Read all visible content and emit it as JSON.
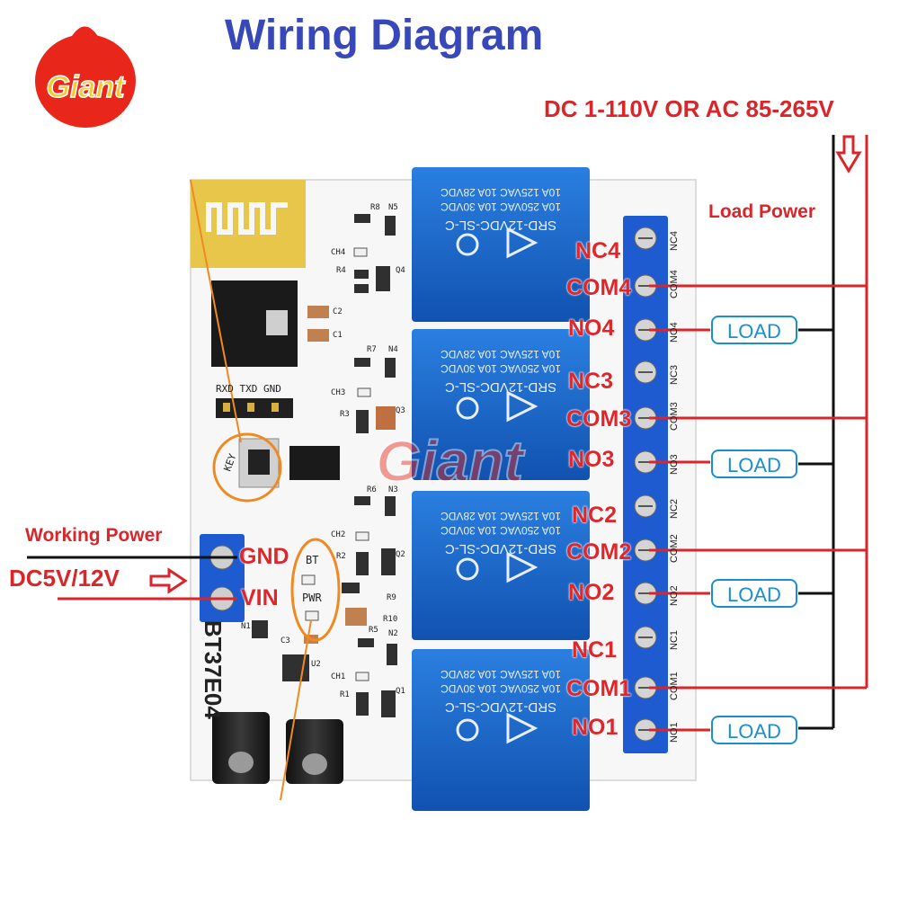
{
  "title": "Wiring Diagram",
  "logo": {
    "text": "Giant"
  },
  "watermark": {
    "text": "Giant"
  },
  "supply_label": "DC 1-110V OR AC 85-265V",
  "load_power_label": "Load Power",
  "working_power_label": "Working Power",
  "dc_input_label": "DC5V/12V",
  "input_terminals": [
    "GND",
    "VIN"
  ],
  "relay_terminals": [
    "NC4",
    "COM4",
    "NO4",
    "NC3",
    "COM3",
    "NO3",
    "NC2",
    "COM2",
    "NO2",
    "NC1",
    "COM1",
    "NO1"
  ],
  "load_boxes": [
    "LOAD",
    "LOAD",
    "LOAD",
    "LOAD"
  ],
  "relay_text": {
    "model": "SRD-12VDC-SL-C",
    "rating1": "10A 250VAC",
    "rating2": "10A 125VAC",
    "rating3": "10A 30VDC",
    "rating4": "10A 28VDC"
  },
  "board": {
    "model": "BT37E04",
    "header_label": "RXD TXD GND",
    "key_label": "KEY",
    "bt_label": "BT",
    "pwr_label": "PWR",
    "silk_terminals": [
      "NC4",
      "COM4",
      "NO4",
      "NC3",
      "COM3",
      "NO3",
      "NC2",
      "COM2",
      "NO2",
      "NC1",
      "COM1",
      "NO1"
    ],
    "components": [
      "R8",
      "N5",
      "CH4",
      "R4",
      "Q4",
      "C2",
      "C1",
      "R7",
      "N4",
      "CH3",
      "R3",
      "Q3",
      "R6",
      "N3",
      "CH2",
      "R2",
      "Q2",
      "R9",
      "R10",
      "N2",
      "R5",
      "CH1",
      "R1",
      "Q1",
      "N1",
      "C3",
      "U2"
    ]
  },
  "colors": {
    "title": "#3848b8",
    "label_red": "#d8262a",
    "load_border": "#1a8ed0",
    "relay_blue": "#1565c0",
    "terminal_blue": "#1e5bd1"
  }
}
